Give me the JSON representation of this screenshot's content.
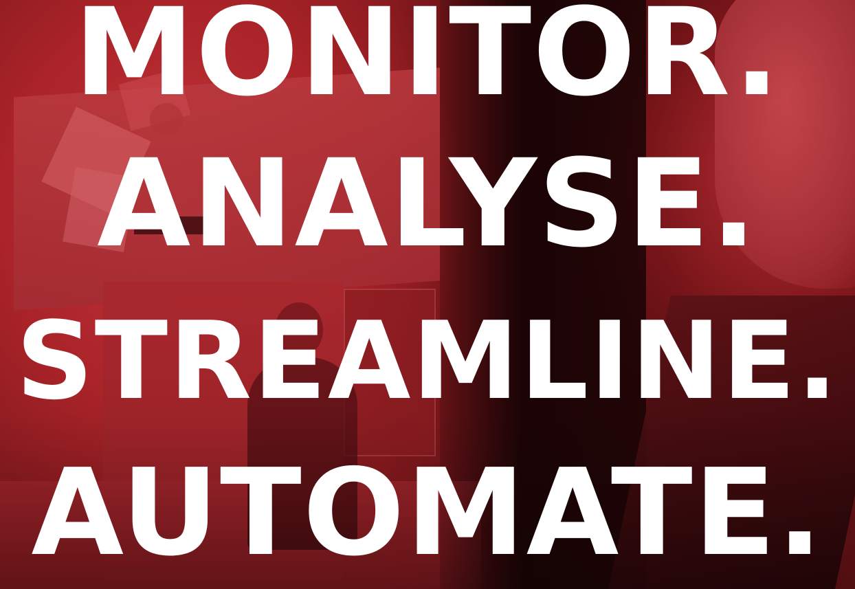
{
  "background": {
    "tint_color": "#b3282e",
    "text_color": "#ffffff"
  },
  "headline": {
    "lines": [
      "MONITOR.",
      "ANALYSE.",
      "STREAMLINE.",
      "AUTOMATE."
    ]
  }
}
